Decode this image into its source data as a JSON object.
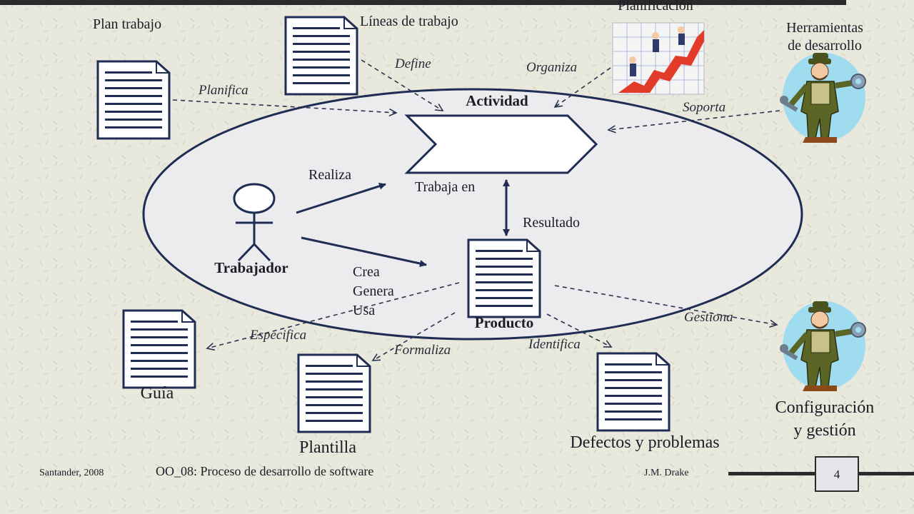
{
  "colors": {
    "background": "#e9e8dc",
    "ellipse_fill": "#ecebed",
    "navy": "#1f2d55",
    "top_bar": "#2a2a2a",
    "sky": "#9fdcf0",
    "chart_red": "#e23b2a"
  },
  "labels": {
    "plan_trabajo": "Plan trabajo",
    "lineas_trabajo": "Líneas de trabajo",
    "planificacion": "Planificación",
    "herramientas_line1": "Herramientas",
    "herramientas_line2": "de desarrollo",
    "actividad": "Actividad",
    "realiza": "Realiza",
    "trabaja_en": "Trabaja en",
    "resultado": "Resultado",
    "trabajador": "Trabajador",
    "crea": "Crea",
    "genera": "Genera",
    "usa": "Usa",
    "producto": "Producto",
    "guia": "Guía",
    "plantilla": "Plantilla",
    "defectos": "Defectos y problemas",
    "config_line1": "Configuración",
    "config_line2": "y gestión"
  },
  "relations": {
    "planifica": "Planifica",
    "define": "Define",
    "organiza": "Organiza",
    "soporta": "Soporta",
    "especifica": "Especifica",
    "formaliza": "Formaliza",
    "identifica": "Identifica",
    "gestiona": "Gestiona"
  },
  "footer": {
    "left": "Santander, 2008",
    "title": "OO_08: Proceso de desarrollo de software",
    "author": "J.M. Drake",
    "page": "4"
  },
  "icons": {
    "document": "document-icon",
    "worker": "worker-with-tools-icon",
    "chart": "growth-chart-icon",
    "actor": "stick-figure-icon"
  }
}
